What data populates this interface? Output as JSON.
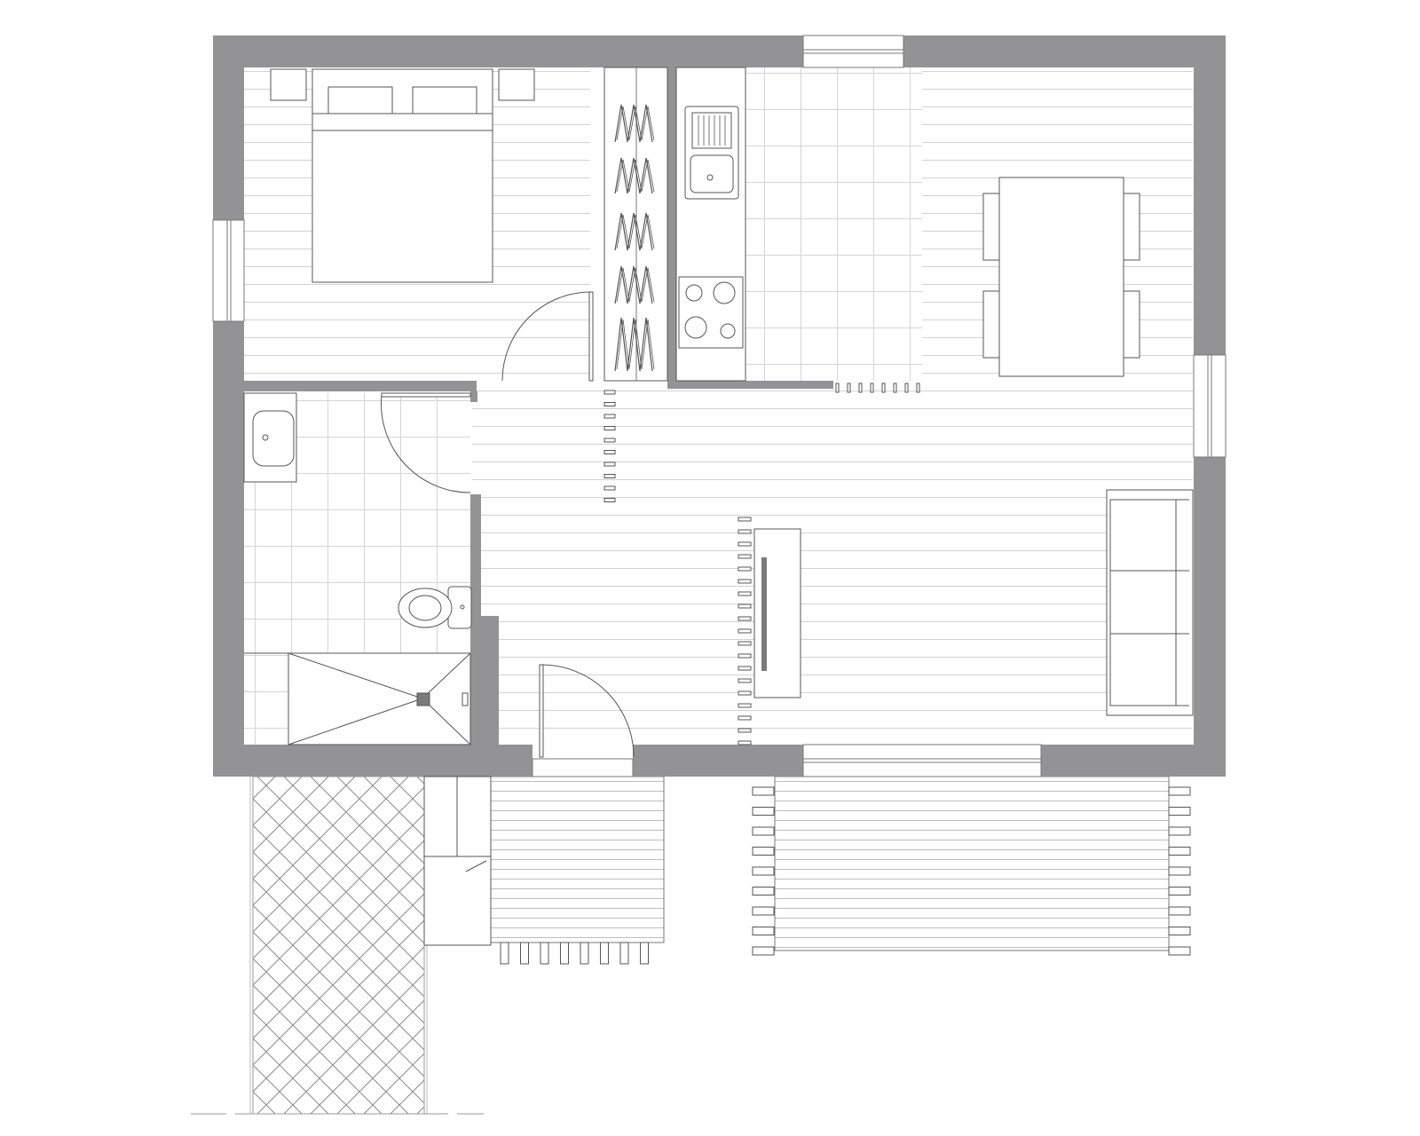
{
  "drawing": {
    "type": "floor-plan",
    "colors": {
      "wall": "#939395",
      "line": "#555555",
      "floor_line": "#d2d2d2",
      "background": "#ffffff",
      "accent": "#7a7a7a"
    },
    "rooms": [
      "bedroom",
      "wardrobe",
      "kitchen",
      "dining",
      "living",
      "bathroom",
      "shower",
      "terrace",
      "deck",
      "paved-path"
    ],
    "furniture": [
      "double-bed",
      "bedside-table",
      "pillow",
      "wardrobe-hangers",
      "kitchen-sink",
      "cooktop",
      "dining-table",
      "dining-chair",
      "sofa",
      "tv-cabinet",
      "toilet",
      "washbasin",
      "shower-tray",
      "bench"
    ]
  }
}
